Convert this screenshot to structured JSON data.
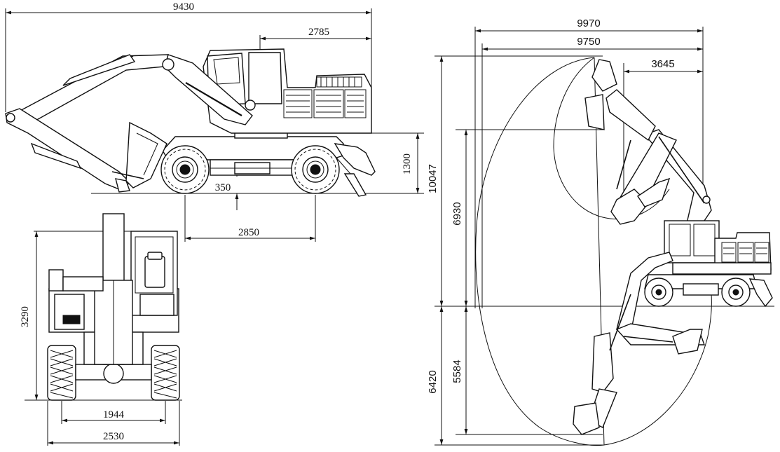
{
  "diagram": {
    "side_view": {
      "overall_length": "9430",
      "rear_to_slew_center": "2785",
      "ground_clearance": "350",
      "wheelbase": "2850",
      "height_to_counterweight": "1300"
    },
    "front_view": {
      "height": "3290",
      "track_width": "1944",
      "overall_width": "2530"
    },
    "working_range": {
      "max_reach": "9970",
      "max_reach_ground": "9750",
      "min_swing_radius": "3645",
      "max_digging_height": "10047",
      "max_dumping_height": "6930",
      "max_digging_depth": "6420",
      "max_vertical_wall_depth": "5584"
    }
  }
}
